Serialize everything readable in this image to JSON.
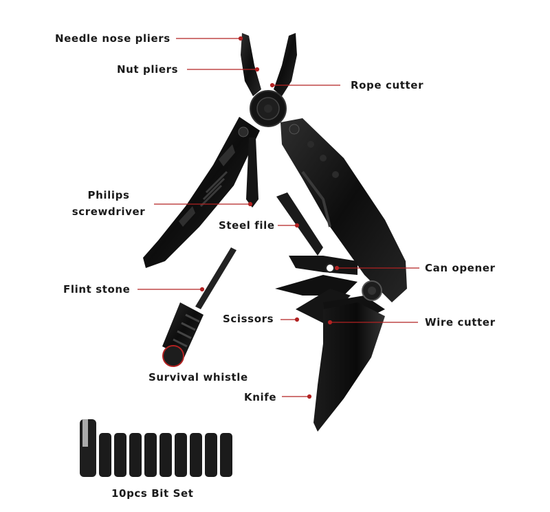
{
  "labels": {
    "needle_nose_pliers": "Needle nose pliers",
    "nut_pliers": "Nut pliers",
    "rope_cutter": "Rope cutter",
    "philips_screwdriver_line1": "Philips",
    "philips_screwdriver_line2": "screwdriver",
    "steel_file": "Steel file",
    "can_opener": "Can opener",
    "flint_stone": "Flint stone",
    "scissors": "Scissors",
    "wire_cutter": "Wire cutter",
    "survival_whistle": "Survival whistle",
    "knife": "Knife",
    "bit_set": "10pcs Bit Set"
  },
  "colors": {
    "leader_line": "#b22222",
    "tool_body": "#111111",
    "tool_highlight": "#3a3a3a",
    "label_text": "#1a1a1a",
    "whistle_circle": "#b22222"
  }
}
